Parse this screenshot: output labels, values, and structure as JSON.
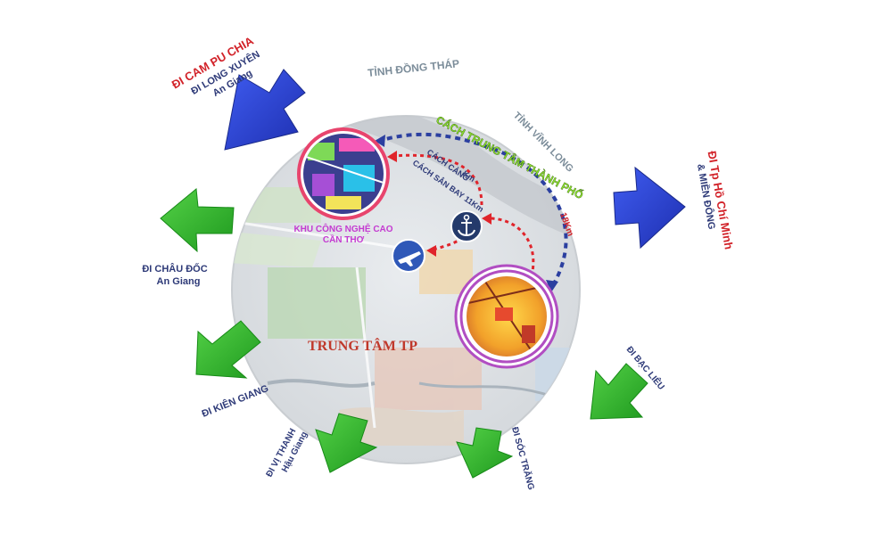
{
  "map_labels": {
    "dong_thap": "TỈNH ĐỒNG THÁP",
    "vinh_long": "TỈNH VĨNH LONG",
    "city_center": "TRUNG TÂM TP"
  },
  "tech_park": {
    "line1": "KHU CÔNG NGHỆ CAO",
    "line2": "CẦN THƠ"
  },
  "distances": {
    "to_center": "CÁCH TRUNG TÂM THÀNH PHỐ",
    "to_center_km": "18Km",
    "to_port": "CÁCH CẢNG",
    "to_port_km": "Km",
    "to_airport": "CÁCH SÂN BAY 11Km"
  },
  "directions": {
    "cambodia": "ĐI CAM PU CHIA",
    "long_xuyen": "ĐI LONG XUYÊN",
    "an_giang": "An Giang",
    "hcm": "ĐI Tp Hồ Chí Minh",
    "mien_dong": "& MIỀN ĐÔNG",
    "chau_doc": "ĐI CHÂU ĐỐC",
    "chau_doc_ag": "An Giang",
    "kien_giang": "ĐI KIÊN GIANG",
    "vi_thanh": "ĐI VỊ THANH",
    "hau_giang": "Hậu Giang",
    "soc_trang": "ĐI SÓC TRĂNG",
    "bac_lieu": "ĐI BẠC LIÊU"
  },
  "icons": {
    "port": "anchor-icon",
    "airport": "airplane-icon"
  },
  "colors": {
    "arrow_blue": "#2f48d8",
    "arrow_green": "#2bb52b",
    "route_red": "#e0242b",
    "route_blue": "#2b3fa0",
    "label_navy": "#2e3a78",
    "label_red": "#d2232a",
    "center_ring": "#b14ec2",
    "tech_ring": "#e8446d"
  }
}
